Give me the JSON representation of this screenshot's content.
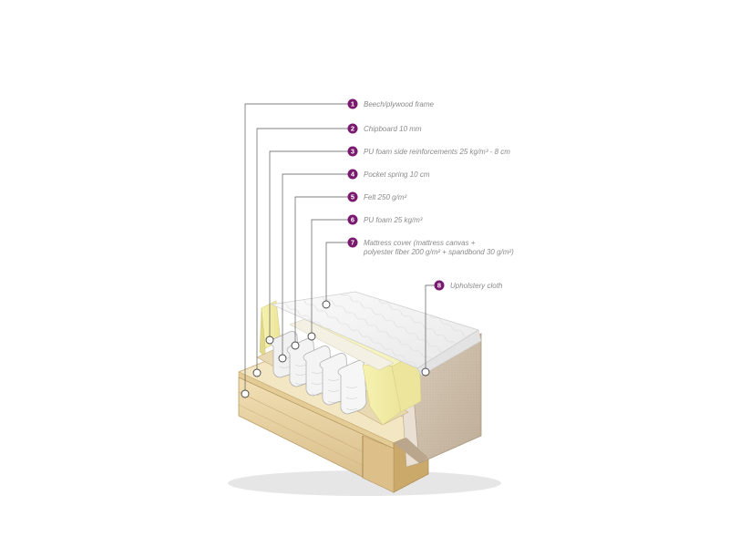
{
  "diagram": {
    "accent_color": "#7a1a6e",
    "callouts": [
      {
        "number": "1",
        "lines": [
          "Beech/plywood frame"
        ]
      },
      {
        "number": "2",
        "lines": [
          "Chipboard 10 mm"
        ]
      },
      {
        "number": "3",
        "lines": [
          "PU foam side reinforcements 25 kg/m³ - 8 cm"
        ]
      },
      {
        "number": "4",
        "lines": [
          "Pocket spring 10 cm"
        ]
      },
      {
        "number": "5",
        "lines": [
          "Felt 250 g/m²"
        ]
      },
      {
        "number": "6",
        "lines": [
          "PU foam 25 kg/m³"
        ]
      },
      {
        "number": "7",
        "lines": [
          "Mattress cover (mattress canvas +",
          "polyester fiber 200 g/m² + spandbond 30 g/m²)"
        ]
      },
      {
        "number": "8",
        "lines": [
          "Upholstery cloth"
        ]
      }
    ]
  }
}
